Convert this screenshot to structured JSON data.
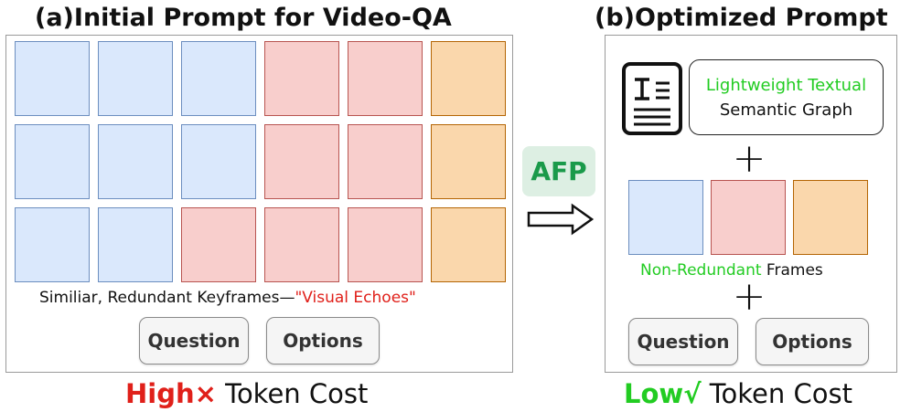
{
  "left": {
    "title": "(a)Initial Prompt for Video-QA",
    "frames": [
      [
        "blue",
        "blue",
        "blue",
        "red",
        "red",
        "orange"
      ],
      [
        "blue",
        "blue",
        "blue",
        "red",
        "red",
        "orange"
      ],
      [
        "blue",
        "blue",
        "red",
        "red",
        "red",
        "orange"
      ]
    ],
    "caption_plain": "Similiar, Redundant Keyframes—",
    "caption_quote": "\"Visual Echoes\"",
    "question_label": "Question",
    "options_label": "Options",
    "cost_word": "High",
    "cost_mark": "×",
    "cost_rest": " Token Cost"
  },
  "middle": {
    "afp_label": "AFP"
  },
  "right": {
    "title": "(b)Optimized Prompt",
    "graph_line1": "Lightweight Textual",
    "graph_line2": "Semantic Graph",
    "plus1": "+",
    "frames": [
      "blue",
      "red",
      "orange"
    ],
    "frames_green": "Non-Redundant",
    "frames_rest": " Frames",
    "plus2": "+",
    "question_label": "Question",
    "options_label": "Options",
    "cost_word": "Low",
    "cost_mark": "√",
    "cost_rest": " Token Cost"
  },
  "colors": {
    "blue": "#dae8fc",
    "red": "#f8cecc",
    "orange": "#fad7ac",
    "highlight_green": "#22cc22",
    "highlight_red": "#e0201a",
    "afp_green": "#1a9a4a"
  },
  "icons": {
    "document": "text-document-icon",
    "arrow": "right-arrow-icon"
  }
}
